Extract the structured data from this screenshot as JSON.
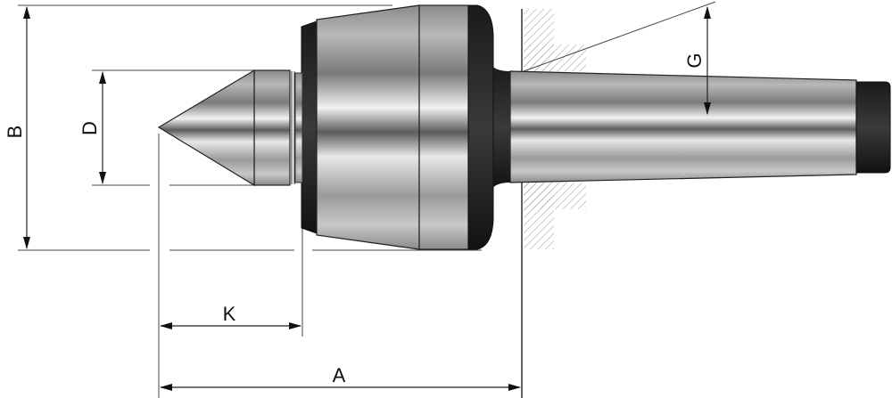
{
  "drawing": {
    "subject": "Live center with Morse taper shank",
    "dimensions": {
      "A": "A",
      "B": "B",
      "D": "D",
      "G": "G",
      "K": "K"
    },
    "colors": {
      "steel_light": "#f4f4f4",
      "steel_mid": "#a9a9a9",
      "steel_dark": "#5a5a5a",
      "black_part": "#151515",
      "dimension_line": "#333333",
      "hatch": "#9a9a9a"
    }
  }
}
